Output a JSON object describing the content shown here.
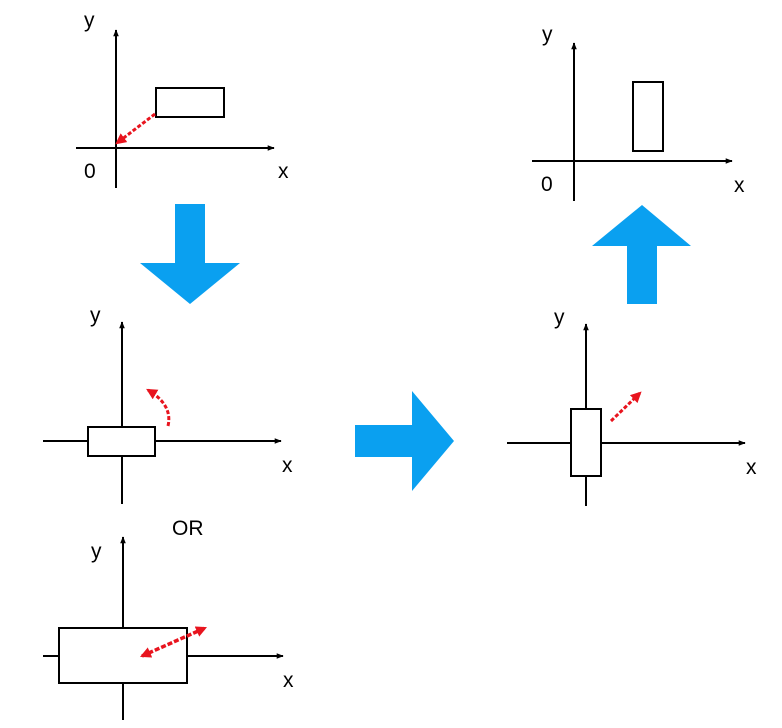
{
  "colors": {
    "block_arrow": "#0aa0f0",
    "motion_arrow": "#e8141e",
    "axis": "#000000",
    "box_stroke": "#000000"
  },
  "panels": {
    "p1": {
      "y_label": "y",
      "x_label": "x",
      "origin_label": "0"
    },
    "p2": {
      "y_label": "y",
      "x_label": "x"
    },
    "or_label": "OR",
    "p3": {
      "y_label": "y",
      "x_label": "x"
    },
    "p4": {
      "y_label": "y",
      "x_label": "x"
    },
    "p5": {
      "y_label": "y",
      "x_label": "x",
      "origin_label": "0"
    }
  },
  "icons": {
    "flow_down": "block-arrow-down-icon",
    "flow_right": "block-arrow-right-icon",
    "flow_up": "block-arrow-up-icon",
    "translate": "translate-arrow-icon",
    "rotate": "rotate-arrow-icon",
    "scale": "scale-arrow-icon"
  }
}
